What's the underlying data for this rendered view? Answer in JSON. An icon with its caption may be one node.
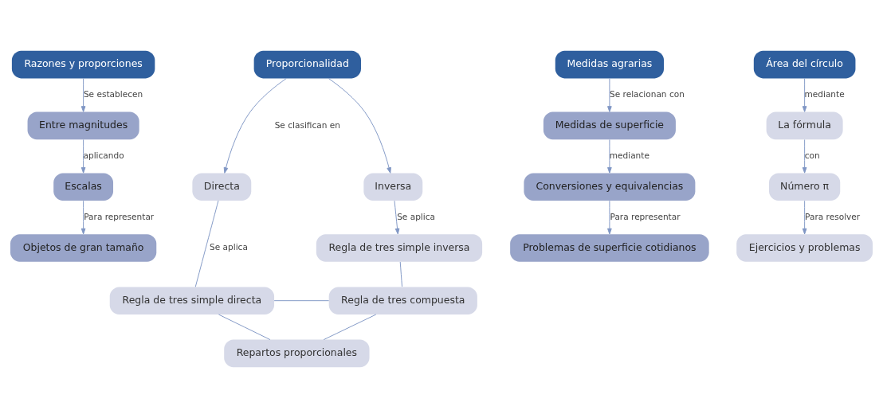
{
  "diagram": {
    "nodes": [
      {
        "text": [
          "Razones y proporciones"
        ]
      },
      {
        "text": [
          "Entre magnitudes"
        ]
      },
      {
        "text": [
          "Escalas"
        ]
      },
      {
        "text": [
          "Objetos de gran tamaño"
        ]
      },
      {
        "text": [
          "Proporcionalidad"
        ]
      },
      {
        "text": [
          "Directa"
        ]
      },
      {
        "text": [
          "Inversa"
        ]
      },
      {
        "text": [
          "Regla de tres simple inversa"
        ]
      },
      {
        "text": [
          "Regla de tres simple directa"
        ]
      },
      {
        "text": [
          "Regla de tres compuesta"
        ]
      },
      {
        "text": [
          "Repartos proporcionales"
        ]
      },
      {
        "text": [
          "Medidas agrarias"
        ]
      },
      {
        "text": [
          "Medidas de superficie"
        ]
      },
      {
        "text": [
          "Conversiones y equivalencias"
        ]
      },
      {
        "text": [
          "Problemas de superficie cotidianos"
        ]
      },
      {
        "text": [
          "Área del círculo"
        ]
      },
      {
        "text": [
          "La fórmula"
        ]
      },
      {
        "text": [
          "Número π"
        ]
      },
      {
        "text": [
          "Ejercicios y problemas"
        ]
      }
    ],
    "edges": [
      {
        "from": 0,
        "to": 1,
        "arrow": "to",
        "label": "Se establecen"
      },
      {
        "from": 1,
        "to": 2,
        "arrow": "to",
        "label": "aplicando"
      },
      {
        "from": 2,
        "to": 3,
        "arrow": "to",
        "label": "Para representar"
      },
      {
        "from": 4,
        "to": 5,
        "arrow": "to"
      },
      {
        "from": 4,
        "to": 6,
        "arrow": "to"
      },
      {
        "from": 6,
        "to": 7,
        "arrow": "to",
        "label": "Se aplica"
      },
      {
        "from": 5,
        "to": 8,
        "arrow": "none",
        "label": "Se aplica"
      },
      {
        "from": 7,
        "to": 9,
        "arrow": "none"
      },
      {
        "from": 8,
        "to": 9,
        "arrow": "none"
      },
      {
        "from": 8,
        "to": 10,
        "arrow": "none"
      },
      {
        "from": 9,
        "to": 10,
        "arrow": "none"
      },
      {
        "from": 11,
        "to": 12,
        "arrow": "to",
        "label": "Se relacionan con"
      },
      {
        "from": 12,
        "to": 13,
        "arrow": "to",
        "label": "mediante"
      },
      {
        "from": 13,
        "to": 14,
        "arrow": "to",
        "label": "Para representar"
      },
      {
        "from": 15,
        "to": 16,
        "arrow": "to",
        "label": "mediante"
      },
      {
        "from": 16,
        "to": 17,
        "arrow": "to",
        "label": "con"
      },
      {
        "from": 17,
        "to": 18,
        "arrow": "to",
        "label": "Para resolver"
      }
    ],
    "labels": [
      "Se clasifican en"
    ]
  }
}
